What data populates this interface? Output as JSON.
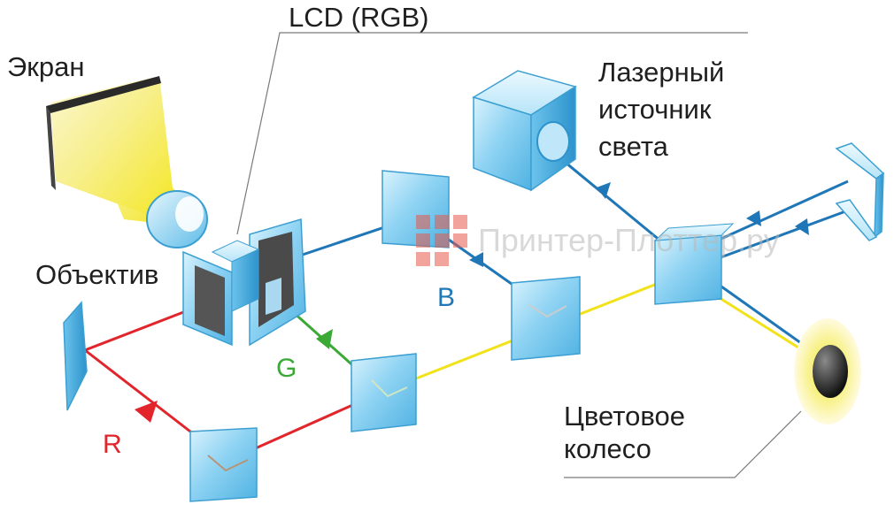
{
  "labels": {
    "lcd": "LCD (RGB)",
    "screen": "Экран",
    "lens": "Объектив",
    "laser": [
      "Лазерный",
      "источник",
      "света"
    ],
    "wheel": [
      "Цветовое",
      "колесо"
    ]
  },
  "beams": {
    "r": "R",
    "g": "G",
    "b": "B"
  },
  "colors": {
    "red": "#e2242b",
    "green": "#3aa935",
    "blue": "#1f77b7",
    "yellow": "#f2e21a",
    "glass": "#8fd3f3",
    "label": "#1f1f1f"
  },
  "watermark": "Принтер-Плоттер.ру"
}
